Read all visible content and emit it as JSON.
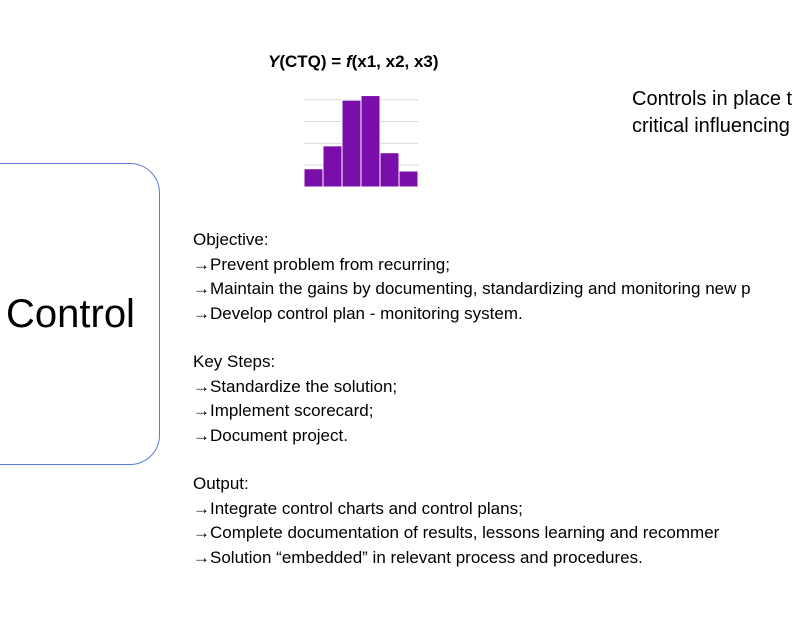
{
  "phase": {
    "title": "Control"
  },
  "formula": {
    "y_label": "Y",
    "y_rest": "(CTQ) = ",
    "f_label": "f",
    "f_rest": "(x1, x2, x3)"
  },
  "histogram": {
    "values": [
      4,
      9,
      19,
      20,
      7.5,
      3.5
    ],
    "bar_color": "#7a0ea8",
    "gridline_color": "#d9d9d9"
  },
  "controls_text": {
    "line1": "Controls in place t",
    "line2": "critical influencing"
  },
  "objective": {
    "heading": "Objective:",
    "items": [
      "→Prevent problem from recurring;",
      "→Maintain the gains by documenting, standardizing and monitoring new p",
      "→Develop control plan - monitoring system."
    ]
  },
  "key_steps": {
    "heading": "Key Steps:",
    "items": [
      "→Standardize the solution;",
      "→Implement scorecard;",
      "→Document project."
    ]
  },
  "output": {
    "heading": "Output:",
    "items": [
      "→Integrate control charts and control plans;",
      "→Complete documentation of results, lessons learning and recommer",
      "→Solution “embedded” in relevant process and procedures."
    ]
  },
  "colors": {
    "box_border": "#5b7bd5"
  }
}
